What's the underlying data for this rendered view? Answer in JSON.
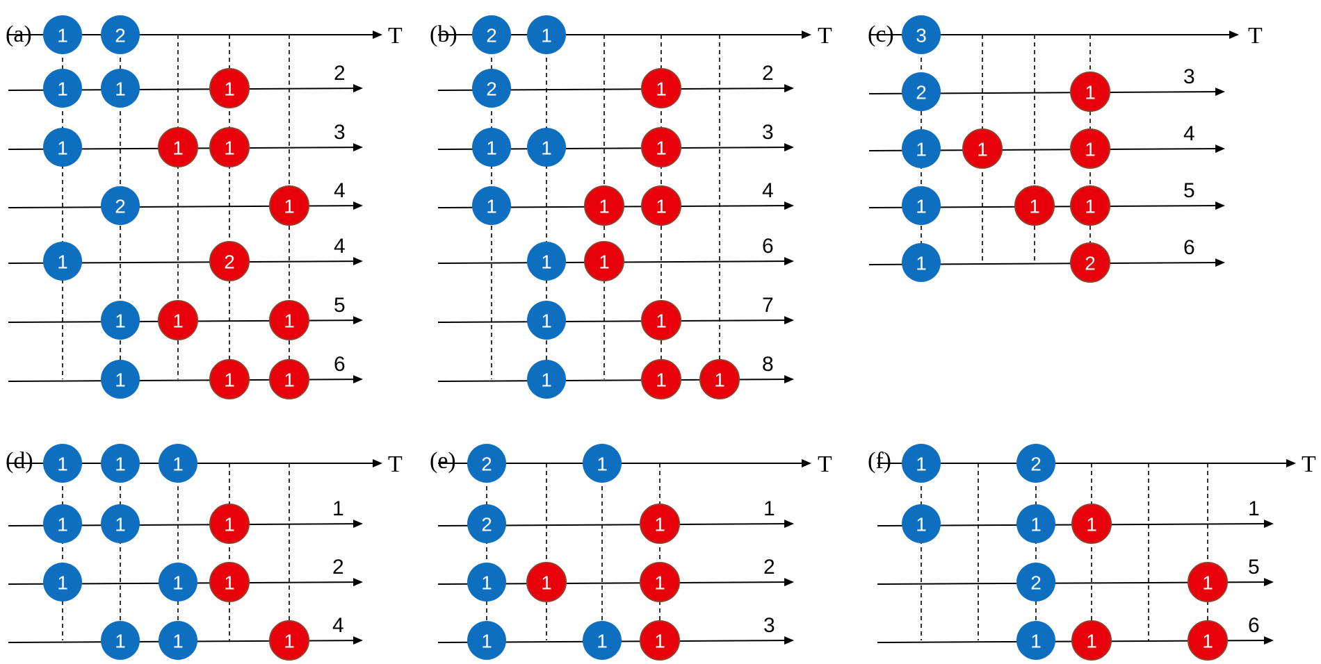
{
  "colors": {
    "blue": "#0e6fc1",
    "red": "#e8000b",
    "red_stroke": "#9a3a2a",
    "line": "#000000"
  },
  "panels": [
    {
      "label": "(a)",
      "axis_label": "T",
      "rows": [
        {
          "label": "",
          "beads": [
            {
              "c": 0,
              "t": "b",
              "v": "1"
            },
            {
              "c": 1,
              "t": "b",
              "v": "2"
            }
          ]
        },
        {
          "label": "2",
          "beads": [
            {
              "c": 0,
              "t": "b",
              "v": "1"
            },
            {
              "c": 1,
              "t": "b",
              "v": "1"
            },
            {
              "c": 3,
              "t": "r",
              "v": "1"
            }
          ]
        },
        {
          "label": "3",
          "beads": [
            {
              "c": 0,
              "t": "b",
              "v": "1"
            },
            {
              "c": 2,
              "t": "r",
              "v": "1"
            },
            {
              "c": 3,
              "t": "r",
              "v": "1"
            }
          ]
        },
        {
          "label": "4",
          "beads": [
            {
              "c": 1,
              "t": "b",
              "v": "2"
            },
            {
              "c": 4,
              "t": "r",
              "v": "1"
            }
          ]
        },
        {
          "label": "4",
          "beads": [
            {
              "c": 0,
              "t": "b",
              "v": "1"
            },
            {
              "c": 3,
              "t": "r",
              "v": "2"
            }
          ]
        },
        {
          "label": "5",
          "beads": [
            {
              "c": 1,
              "t": "b",
              "v": "1"
            },
            {
              "c": 2,
              "t": "r",
              "v": "1"
            },
            {
              "c": 4,
              "t": "r",
              "v": "1"
            }
          ]
        },
        {
          "label": "6",
          "beads": [
            {
              "c": 1,
              "t": "b",
              "v": "1"
            },
            {
              "c": 3,
              "t": "r",
              "v": "1"
            },
            {
              "c": 4,
              "t": "r",
              "v": "1"
            }
          ]
        }
      ]
    },
    {
      "label": "(b)",
      "axis_label": "T",
      "rows": [
        {
          "label": "",
          "beads": [
            {
              "c": 0,
              "t": "b",
              "v": "2"
            },
            {
              "c": 1,
              "t": "b",
              "v": "1"
            }
          ]
        },
        {
          "label": "2",
          "beads": [
            {
              "c": 0,
              "t": "b",
              "v": "2"
            },
            {
              "c": 3,
              "t": "r",
              "v": "1"
            }
          ]
        },
        {
          "label": "3",
          "beads": [
            {
              "c": 0,
              "t": "b",
              "v": "1"
            },
            {
              "c": 1,
              "t": "b",
              "v": "1"
            },
            {
              "c": 3,
              "t": "r",
              "v": "1"
            }
          ]
        },
        {
          "label": "4",
          "beads": [
            {
              "c": 0,
              "t": "b",
              "v": "1"
            },
            {
              "c": 2,
              "t": "r",
              "v": "1"
            },
            {
              "c": 3,
              "t": "r",
              "v": "1"
            }
          ]
        },
        {
          "label": "6",
          "beads": [
            {
              "c": 1,
              "t": "b",
              "v": "1"
            },
            {
              "c": 2,
              "t": "r",
              "v": "1"
            }
          ]
        },
        {
          "label": "7",
          "beads": [
            {
              "c": 1,
              "t": "b",
              "v": "1"
            },
            {
              "c": 3,
              "t": "r",
              "v": "1"
            }
          ]
        },
        {
          "label": "8",
          "beads": [
            {
              "c": 1,
              "t": "b",
              "v": "1"
            },
            {
              "c": 3,
              "t": "r",
              "v": "1"
            },
            {
              "c": 4,
              "t": "r",
              "v": "1"
            }
          ]
        }
      ]
    },
    {
      "label": "(c)",
      "axis_label": "T",
      "rows": [
        {
          "label": "",
          "beads": [
            {
              "c": 0,
              "t": "b",
              "v": "3"
            }
          ]
        },
        {
          "label": "3",
          "beads": [
            {
              "c": 0,
              "t": "b",
              "v": "2"
            },
            {
              "c": 3,
              "t": "r",
              "v": "1"
            }
          ]
        },
        {
          "label": "4",
          "beads": [
            {
              "c": 0,
              "t": "b",
              "v": "1"
            },
            {
              "c": 1,
              "t": "r",
              "v": "1"
            },
            {
              "c": 3,
              "t": "r",
              "v": "1"
            }
          ]
        },
        {
          "label": "5",
          "beads": [
            {
              "c": 0,
              "t": "b",
              "v": "1"
            },
            {
              "c": 2,
              "t": "r",
              "v": "1"
            },
            {
              "c": 3,
              "t": "r",
              "v": "1"
            }
          ]
        },
        {
          "label": "6",
          "beads": [
            {
              "c": 0,
              "t": "b",
              "v": "1"
            },
            {
              "c": 3,
              "t": "r",
              "v": "2"
            }
          ]
        }
      ]
    },
    {
      "label": "(d)",
      "axis_label": "T",
      "rows": [
        {
          "label": "",
          "beads": [
            {
              "c": 0,
              "t": "b",
              "v": "1"
            },
            {
              "c": 1,
              "t": "b",
              "v": "1"
            },
            {
              "c": 2,
              "t": "b",
              "v": "1"
            }
          ]
        },
        {
          "label": "1",
          "beads": [
            {
              "c": 0,
              "t": "b",
              "v": "1"
            },
            {
              "c": 1,
              "t": "b",
              "v": "1"
            },
            {
              "c": 3,
              "t": "r",
              "v": "1"
            }
          ]
        },
        {
          "label": "2",
          "beads": [
            {
              "c": 0,
              "t": "b",
              "v": "1"
            },
            {
              "c": 2,
              "t": "b",
              "v": "1"
            },
            {
              "c": 3,
              "t": "r",
              "v": "1"
            }
          ]
        },
        {
          "label": "4",
          "beads": [
            {
              "c": 1,
              "t": "b",
              "v": "1"
            },
            {
              "c": 2,
              "t": "b",
              "v": "1"
            },
            {
              "c": 4,
              "t": "r",
              "v": "1"
            }
          ]
        }
      ]
    },
    {
      "label": "(e)",
      "axis_label": "T",
      "rows": [
        {
          "label": "",
          "beads": [
            {
              "c": 0,
              "t": "b",
              "v": "2"
            },
            {
              "c": 2,
              "t": "b",
              "v": "1"
            }
          ]
        },
        {
          "label": "1",
          "beads": [
            {
              "c": 0,
              "t": "b",
              "v": "2"
            },
            {
              "c": 3,
              "t": "r",
              "v": "1"
            }
          ]
        },
        {
          "label": "2",
          "beads": [
            {
              "c": 0,
              "t": "b",
              "v": "1"
            },
            {
              "c": 1,
              "t": "r",
              "v": "1"
            },
            {
              "c": 3,
              "t": "r",
              "v": "1"
            }
          ]
        },
        {
          "label": "3",
          "beads": [
            {
              "c": 0,
              "t": "b",
              "v": "1"
            },
            {
              "c": 2,
              "t": "b",
              "v": "1"
            },
            {
              "c": 3,
              "t": "r",
              "v": "1"
            }
          ]
        }
      ]
    },
    {
      "label": "(f)",
      "axis_label": "T",
      "rows": [
        {
          "label": "",
          "beads": [
            {
              "c": 0,
              "t": "b",
              "v": "1"
            },
            {
              "c": 2,
              "t": "b",
              "v": "2"
            }
          ]
        },
        {
          "label": "1",
          "beads": [
            {
              "c": 0,
              "t": "b",
              "v": "1"
            },
            {
              "c": 2,
              "t": "b",
              "v": "1"
            },
            {
              "c": 3,
              "t": "r",
              "v": "1"
            }
          ]
        },
        {
          "label": "5",
          "beads": [
            {
              "c": 2,
              "t": "b",
              "v": "2"
            },
            {
              "c": 5,
              "t": "r",
              "v": "1"
            }
          ]
        },
        {
          "label": "6",
          "beads": [
            {
              "c": 2,
              "t": "b",
              "v": "1"
            },
            {
              "c": 3,
              "t": "r",
              "v": "1"
            },
            {
              "c": 5,
              "t": "r",
              "v": "1"
            }
          ]
        }
      ]
    }
  ]
}
